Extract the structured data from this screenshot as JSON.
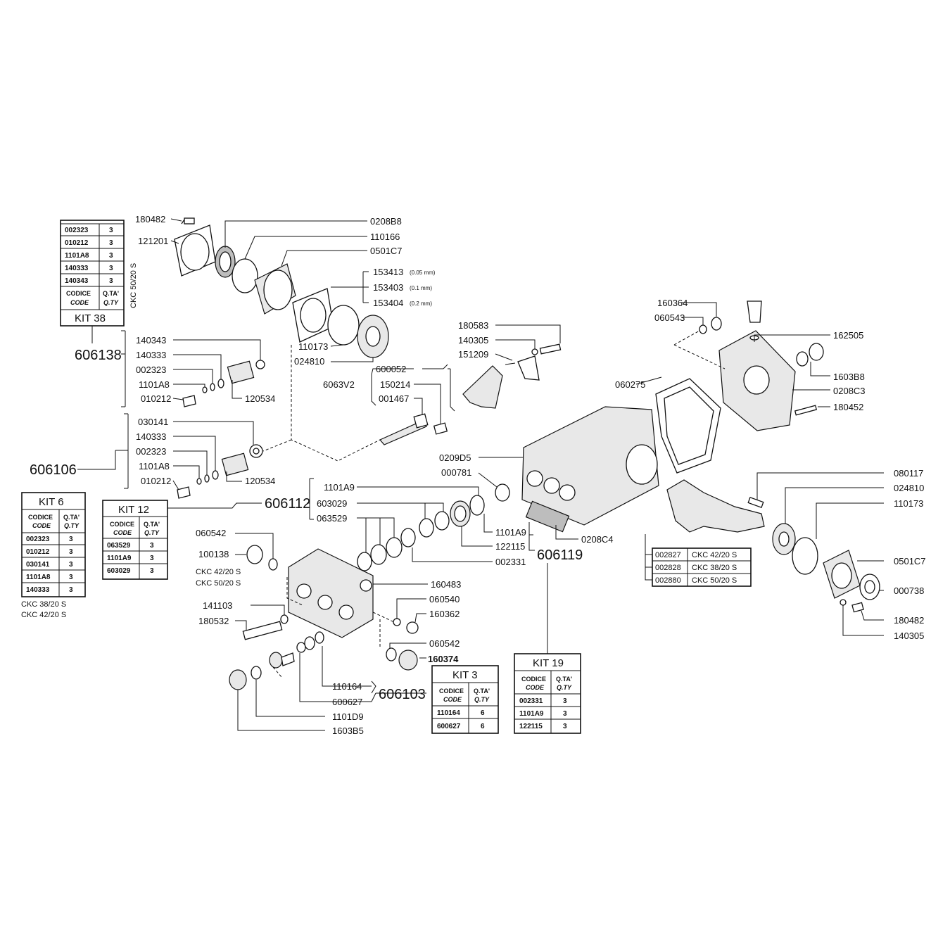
{
  "labels": {
    "l180482a": "180482",
    "l121201": "121201",
    "l0208B8": "0208B8",
    "l110166": "110166",
    "l0501C7a": "0501C7",
    "l153413": "153413",
    "l153413n": "(0.05 mm)",
    "l153403": "153403",
    "l153403n": "(0.1 mm)",
    "l153404": "153404",
    "l153404n": "(0.2 mm)",
    "l110173a": "110173",
    "l024810a": "024810",
    "l606138": "606138",
    "l140343": "140343",
    "l140333a": "140333",
    "l002323a": "002323",
    "l1101A8a": "1101A8",
    "l010212a": "010212",
    "l120534a": "120534",
    "l606106": "606106",
    "l030141": "030141",
    "l140333b": "140333",
    "l002323b": "002323",
    "l1101A8b": "1101A8",
    "l010212b": "010212",
    "l120534b": "120534",
    "l180583": "180583",
    "l140305a": "140305",
    "l151209": "151209",
    "l600052": "600052",
    "l6063V2": "6063V2",
    "l150214": "150214",
    "l001467": "001467",
    "l160364": "160364",
    "l060543": "060543",
    "l162505": "162505",
    "l1603B8": "1603B8",
    "l0208C3": "0208C3",
    "l180452": "180452",
    "l060275": "060275",
    "l0209D5": "0209D5",
    "l000781": "000781",
    "l606112": "606112",
    "l1101A9a": "1101A9",
    "l603029": "603029",
    "l063529": "063529",
    "l1101A9b": "1101A9",
    "l122115": "122115",
    "l002331": "002331",
    "l606119": "606119",
    "l0208C4": "0208C4",
    "l080117": "080117",
    "l024810b": "024810",
    "l110173b": "110173",
    "l0501C7b": "0501C7",
    "l000738": "000738",
    "l180482b": "180482",
    "l140305b": "140305",
    "l060542a": "060542",
    "l100138": "100138",
    "lckc4220": "CKC 42/20 S",
    "lckc5020": "CKC 50/20 S",
    "l160483": "160483",
    "l060540": "060540",
    "l160362": "160362",
    "l141103": "141103",
    "l180532": "180532",
    "l060542b": "060542",
    "l160374": "160374",
    "l110164": "110164",
    "l600627": "600627",
    "l606103": "606103",
    "l1101D9": "1101D9",
    "l1603B5": "1603B5",
    "lckc3820k6": "CKC 38/20 S",
    "lckc4220k6": "CKC 42/20 S",
    "lckc5020k38": "CKC 50/20 S"
  },
  "crank_table": [
    {
      "code": "002827",
      "model": "CKC 42/20 S"
    },
    {
      "code": "002828",
      "model": "CKC 38/20 S"
    },
    {
      "code": "002880",
      "model": "CKC 50/20 S"
    }
  ],
  "kits": {
    "kit38": {
      "title": "KIT 38",
      "head_code": "CODICE",
      "head_code_en": "CODE",
      "head_qty": "Q.TA'",
      "head_qty_en": "Q.TY",
      "rows": [
        {
          "code": "002323",
          "qty": "3"
        },
        {
          "code": "010212",
          "qty": "3"
        },
        {
          "code": "1101A8",
          "qty": "3"
        },
        {
          "code": "140333",
          "qty": "3"
        },
        {
          "code": "140343",
          "qty": "3"
        }
      ]
    },
    "kit6": {
      "title": "KIT 6",
      "head_code": "CODICE",
      "head_code_en": "CODE",
      "head_qty": "Q.TA'",
      "head_qty_en": "Q.TY",
      "rows": [
        {
          "code": "002323",
          "qty": "3"
        },
        {
          "code": "010212",
          "qty": "3"
        },
        {
          "code": "030141",
          "qty": "3"
        },
        {
          "code": "1101A8",
          "qty": "3"
        },
        {
          "code": "140333",
          "qty": "3"
        }
      ]
    },
    "kit12": {
      "title": "KIT 12",
      "head_code": "CODICE",
      "head_code_en": "CODE",
      "head_qty": "Q.TA'",
      "head_qty_en": "Q.TY",
      "rows": [
        {
          "code": "063529",
          "qty": "3"
        },
        {
          "code": "1101A9",
          "qty": "3"
        },
        {
          "code": "603029",
          "qty": "3"
        }
      ]
    },
    "kit3": {
      "title": "KIT 3",
      "head_code": "CODICE",
      "head_code_en": "CODE",
      "head_qty": "Q.TA'",
      "head_qty_en": "Q.TY",
      "rows": [
        {
          "code": "110164",
          "qty": "6"
        },
        {
          "code": "600627",
          "qty": "6"
        }
      ]
    },
    "kit19": {
      "title": "KIT 19",
      "head_code": "CODICE",
      "head_code_en": "CODE",
      "head_qty": "Q.TA'",
      "head_qty_en": "Q.TY",
      "rows": [
        {
          "code": "002331",
          "qty": "3"
        },
        {
          "code": "1101A9",
          "qty": "3"
        },
        {
          "code": "122115",
          "qty": "3"
        }
      ]
    }
  }
}
